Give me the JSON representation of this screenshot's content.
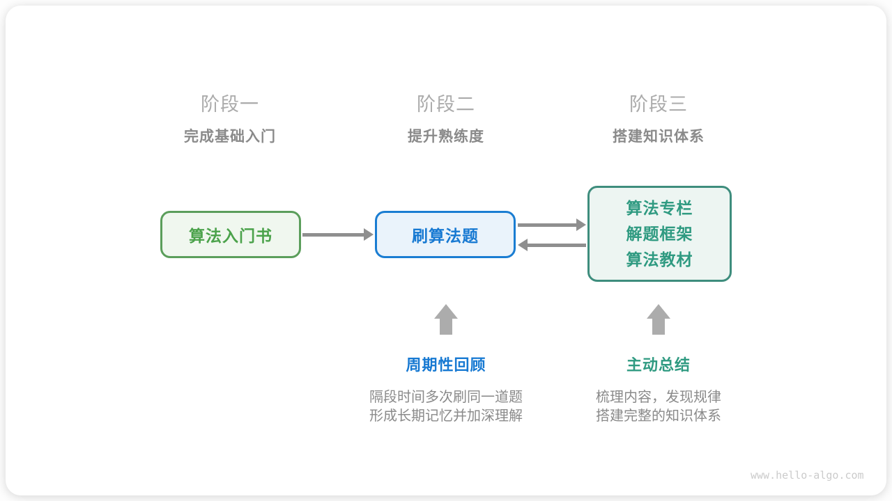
{
  "diagram": {
    "stages": [
      {
        "title": "阶段一",
        "subtitle": "完成基础入门"
      },
      {
        "title": "阶段二",
        "subtitle": "提升熟练度"
      },
      {
        "title": "阶段三",
        "subtitle": "搭建知识体系"
      }
    ],
    "boxes": {
      "intro_book": {
        "label": "算法入门书",
        "border_color": "#5b9e5b",
        "bg_color": "#f0f7ef",
        "text_color": "#4ba24b"
      },
      "practice": {
        "label": "刷算法题",
        "border_color": "#1a7dd2",
        "bg_color": "#eaf3fb",
        "text_color": "#1779d2"
      },
      "knowledge": {
        "lines": [
          "算法专栏",
          "解题框架",
          "算法教材"
        ],
        "border_color": "#3e8d7d",
        "bg_color": "#edf5f2",
        "text_color": "#2f9a81"
      }
    },
    "annotations": {
      "review": {
        "title": "周期性回顾",
        "title_color": "#1779d2",
        "desc": [
          "隔段时间多次刷同一道题",
          "形成长期记忆并加深理解"
        ]
      },
      "summarize": {
        "title": "主动总结",
        "title_color": "#2f9a81",
        "desc": [
          "梳理内容，发现规律",
          "搭建完整的知识体系"
        ]
      }
    },
    "arrow_colors": {
      "flow": "#8f8f8f",
      "up": "#acacac"
    },
    "watermark": "www.hello-algo.com"
  }
}
